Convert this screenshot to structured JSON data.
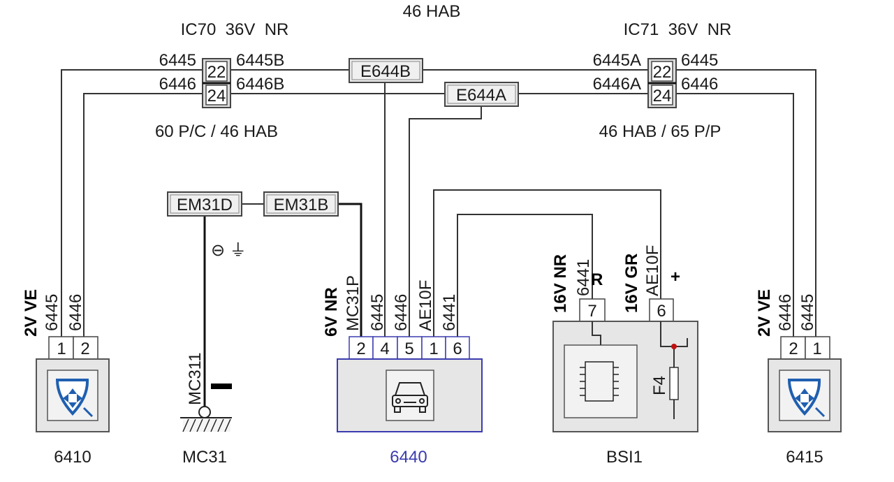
{
  "header": {
    "center_label": "46 HAB",
    "ic70_label": "IC70  36V  NR",
    "ic71_label": "IC71  36V  NR",
    "left_zone": "60 P/C / 46 HAB",
    "right_zone": "46 HAB / 65 P/P"
  },
  "wires": {
    "w6445_left": "6445",
    "w6446_left": "6446",
    "w6445B": "6445B",
    "w6446B": "6446B",
    "w6445A": "6445A",
    "w6446A": "6446A",
    "w6445_right": "6445",
    "w6446_right": "6446"
  },
  "connectors": {
    "ic70_pin_top": "22",
    "ic70_pin_bottom": "24",
    "ic71_pin_top": "22",
    "ic71_pin_bottom": "24",
    "e644b": "E644B",
    "e644a": "E644A",
    "em31d": "EM31D",
    "em31b": "EM31B"
  },
  "comp6410": {
    "spec": "2V VE",
    "wire1": "6445",
    "wire2": "6446",
    "pin1": "1",
    "pin2": "2",
    "name": "6410",
    "icon": "mirror-adjust-icon"
  },
  "mc31": {
    "wire": "MC311",
    "ground_symbol": "⊖ ⏚",
    "polarity": "−",
    "name": "MC31",
    "icon": "ground-icon"
  },
  "comp6440": {
    "spec": "6V NR",
    "wires": [
      "MC31P",
      "6445",
      "6446",
      "AE10F",
      "6441"
    ],
    "pins": [
      "2",
      "4",
      "5",
      "1",
      "6"
    ],
    "name": "6440",
    "icon": "car-front-icon",
    "accent": "#3b3bb0"
  },
  "bsi1": {
    "left_spec": "16V NR",
    "left_wire": "6441",
    "left_mark": "R",
    "right_spec": "16V GR",
    "right_wire": "AE10F",
    "right_mark": "+",
    "pin_left": "7",
    "pin_right": "6",
    "fuse": "F4",
    "name": "BSI1",
    "icon": "ic-chip-icon"
  },
  "comp6415": {
    "spec": "2V VE",
    "wire1": "6446",
    "wire2": "6445",
    "pin1": "2",
    "pin2": "1",
    "name": "6415",
    "icon": "mirror-adjust-icon"
  },
  "colors": {
    "accent_blue": "#3b3bb0",
    "icon_blue": "#1f5fb0",
    "fuse_dot": "#c01010"
  }
}
